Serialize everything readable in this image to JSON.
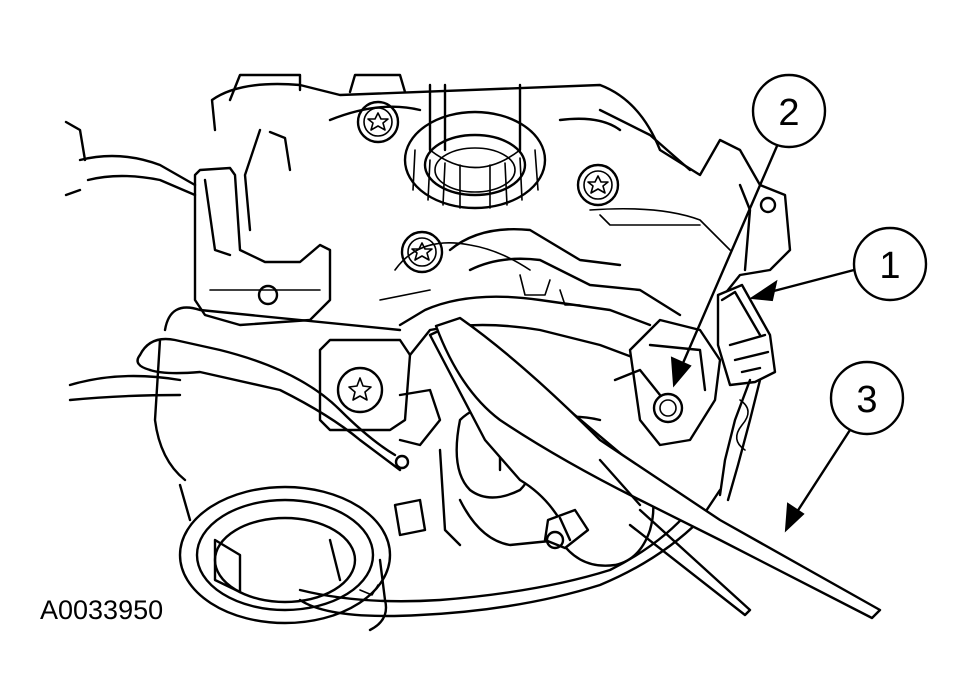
{
  "figure_id": "A0033950",
  "callouts": [
    {
      "number": "1"
    },
    {
      "number": "2"
    },
    {
      "number": "3"
    }
  ],
  "colors": {
    "ink": "#000000",
    "paper": "#ffffff"
  }
}
